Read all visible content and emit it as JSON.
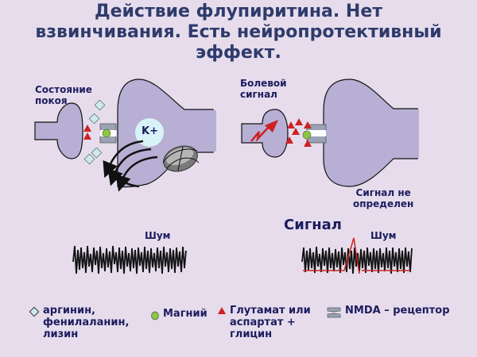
{
  "title": {
    "line1": "Действие флупиритина. Нет",
    "line2": "взвинчивания. Есть нейропротективный",
    "line3": "эффект."
  },
  "left_panel": {
    "state_label_line1": "Состояние",
    "state_label_line2": "покоя",
    "ion_label": "K+",
    "noise_label": "Шум"
  },
  "right_panel": {
    "pain_label_line1": "Болевой",
    "pain_label_line2": "сигнал",
    "result_label_line1": "Сигнал не",
    "result_label_line2": "определен",
    "signal_label": "Сигнал",
    "noise_label": "Шум"
  },
  "legend": {
    "diamond": {
      "line1": "аргинин,",
      "line2": "фенилаланин,",
      "line3": "лизин",
      "icon": "diamond-icon"
    },
    "circle": {
      "line1": "Магний",
      "icon": "magnesium-circle-icon"
    },
    "triangle": {
      "line1": "Глутамат или",
      "line2": "аспартат +",
      "line3": "глицин",
      "icon": "triangle-icon"
    },
    "receptor": {
      "line1": "NMDA – рецептор",
      "icon": "nmda-receptor-icon"
    }
  },
  "colors": {
    "background": "#e6dcec",
    "neuron_fill": "#b8afd4",
    "title": "#2e3b6b",
    "label": "#1c1c5e",
    "triangle": "#cc2222",
    "diamond": "#cfe9ea",
    "magnesium": "#8cc63f",
    "ion_circle": "#d8f3f8"
  }
}
